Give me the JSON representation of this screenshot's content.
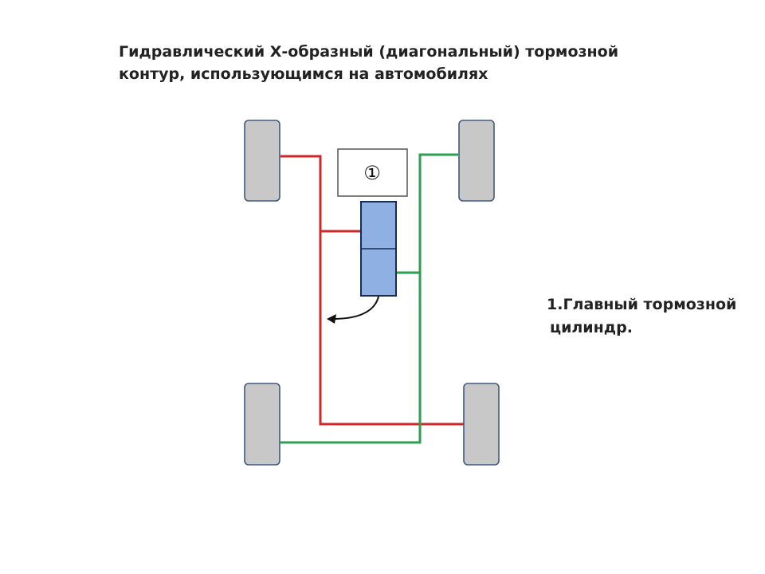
{
  "title": {
    "line1": "Гидравлический Х-образный (диагональный) тормозной",
    "line2": "контур, использующимся на автомобилях"
  },
  "legend": {
    "line1": "1.Главный тормозной",
    "line2": "цилиндр."
  },
  "diagram": {
    "reservoir_label": "①",
    "circuits": [
      {
        "name": "red-circuit",
        "color": "#cc2a2a"
      },
      {
        "name": "green-circuit",
        "color": "#2e9e52"
      }
    ],
    "colors": {
      "wheel_fill": "#c8c8c8",
      "wheel_stroke": "#3f5a80",
      "cylinder_fill": "#8fb0e3",
      "cylinder_stroke": "#1a2a55",
      "reservoir_stroke": "#555555"
    }
  }
}
